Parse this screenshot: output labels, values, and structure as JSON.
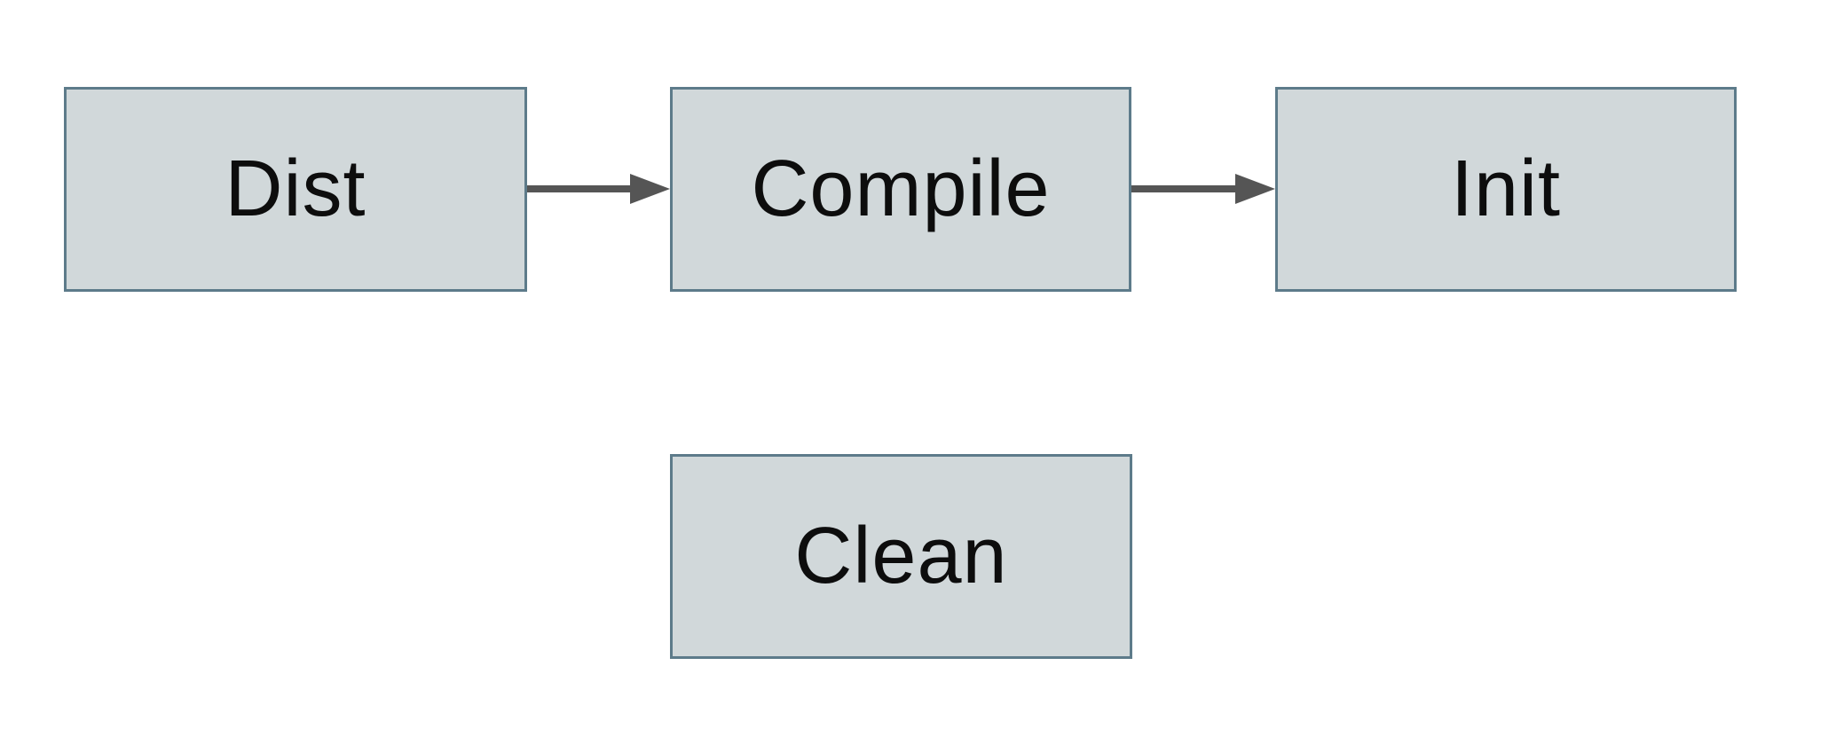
{
  "diagram": {
    "background_color": "#ffffff",
    "node_fill_color": "#d1d8da",
    "node_border_color": "#5d7b8a",
    "arrow_color": "#555555",
    "text_color": "#0d0d0d",
    "nodes": [
      {
        "id": "dist",
        "label": "Dist"
      },
      {
        "id": "compile",
        "label": "Compile"
      },
      {
        "id": "init",
        "label": "Init"
      },
      {
        "id": "clean",
        "label": "Clean"
      }
    ],
    "edges": [
      {
        "from": "Dist",
        "to": "Compile"
      },
      {
        "from": "Compile",
        "to": "Init"
      }
    ]
  }
}
